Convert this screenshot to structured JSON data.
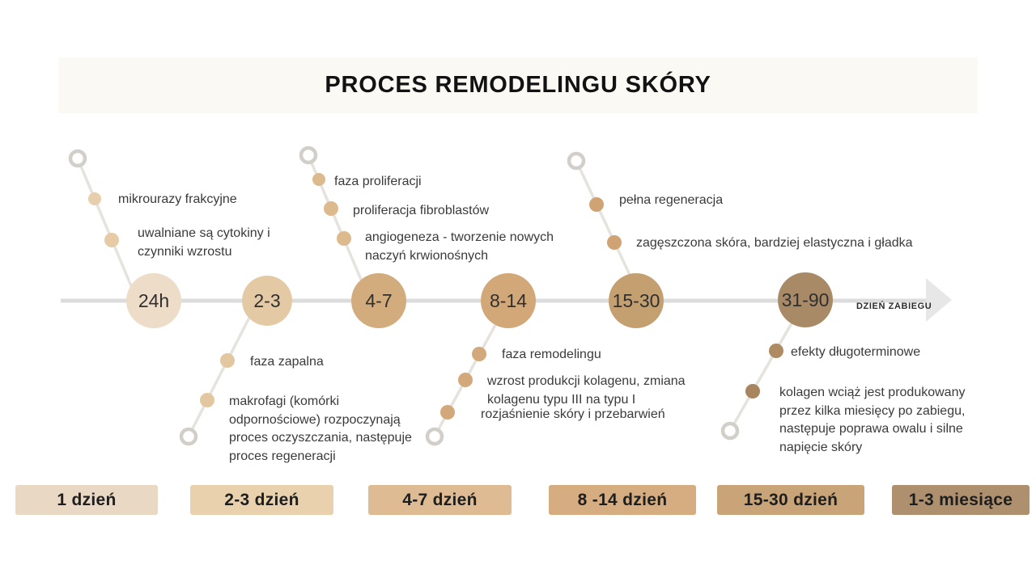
{
  "title": "PROCES REMODELINGU SKÓRY",
  "axis_label": "DZIEŃ ZABIEGU",
  "nodes": [
    {
      "label": "24h"
    },
    {
      "label": "2-3"
    },
    {
      "label": "4-7"
    },
    {
      "label": "8-14"
    },
    {
      "label": "15-30"
    },
    {
      "label": "31-90"
    }
  ],
  "branches": [
    {
      "node": "24h",
      "side": "above",
      "items": [
        "mikrourazy frakcyjne",
        "uwalniane są cytokiny i\nczynniki wzrostu"
      ]
    },
    {
      "node": "2-3",
      "side": "below",
      "items": [
        "faza zapalna",
        "makrofagi (komórki\nodpornościowe) rozpoczynają\nproces oczyszczania, następuje\nproces regeneracji"
      ]
    },
    {
      "node": "4-7",
      "side": "above",
      "items": [
        "faza proliferacji",
        "proliferacja fibroblastów",
        "angiogeneza - tworzenie nowych\nnaczyń krwionośnych"
      ]
    },
    {
      "node": "8-14",
      "side": "below",
      "items": [
        "faza remodelingu",
        "wzrost produkcji kolagenu, zmiana\nkolagenu typu III na typu I",
        "rozjaśnienie skóry i przebarwień"
      ]
    },
    {
      "node": "15-30",
      "side": "above",
      "items": [
        "pełna regeneracja",
        "zagęszczona skóra, bardziej elastyczna i gładka"
      ]
    },
    {
      "node": "31-90",
      "side": "below",
      "items": [
        "efekty długoterminowe",
        "kolagen wciąż jest produkowany\nprzez kilka miesięcy po zabiegu,\nnastępuje poprawa owalu i silne\nnapięcie skóry"
      ]
    }
  ],
  "legend": {
    "labels": [
      "1 dzień",
      "2-3 dzień",
      "4-7 dzień",
      "8 -14 dzień",
      "15-30 dzień",
      "1-3 miesiące"
    ]
  },
  "colors": {
    "node_24h": "#ecdcc8",
    "node_2_3": "#e4c9a5",
    "node_4_7": "#d3ac7d",
    "node_8_14": "#d3a878",
    "node_15_30": "#c4a071",
    "node_31_90": "#a98a67",
    "legend_1": "#e9d8c4",
    "legend_2": "#e9d1ad",
    "legend_3": "#debb92",
    "legend_4": "#d6ad80",
    "legend_5": "#c9a478",
    "legend_6": "#ae8f6e",
    "timeline_line": "#dcdcdc",
    "branch_line": "#e6e3df",
    "title_background": "#faf9f4",
    "text": "#3a3a3a"
  }
}
